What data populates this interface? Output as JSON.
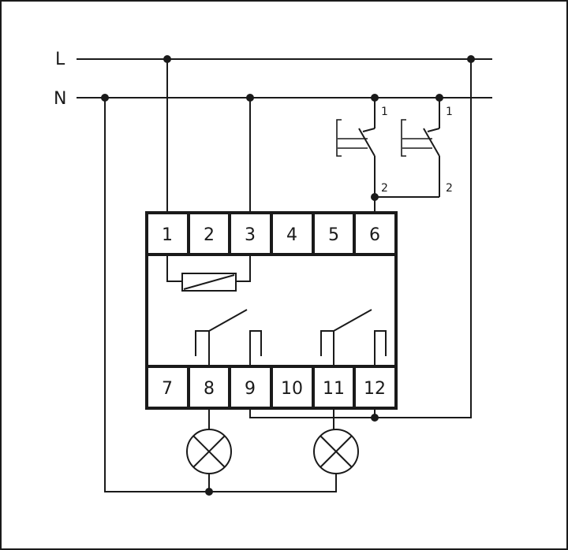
{
  "supply_lines": {
    "L": "L",
    "N": "N"
  },
  "terminals_top": [
    "1",
    "2",
    "3",
    "4",
    "5",
    "6"
  ],
  "terminals_bottom": [
    "7",
    "8",
    "9",
    "10",
    "11",
    "12"
  ],
  "push_buttons": [
    {
      "contact_in": "1",
      "contact_out": "2"
    },
    {
      "contact_in": "1",
      "contact_out": "2"
    }
  ],
  "colors": {
    "line": "#1a1a1a",
    "background": "#ffffff"
  }
}
